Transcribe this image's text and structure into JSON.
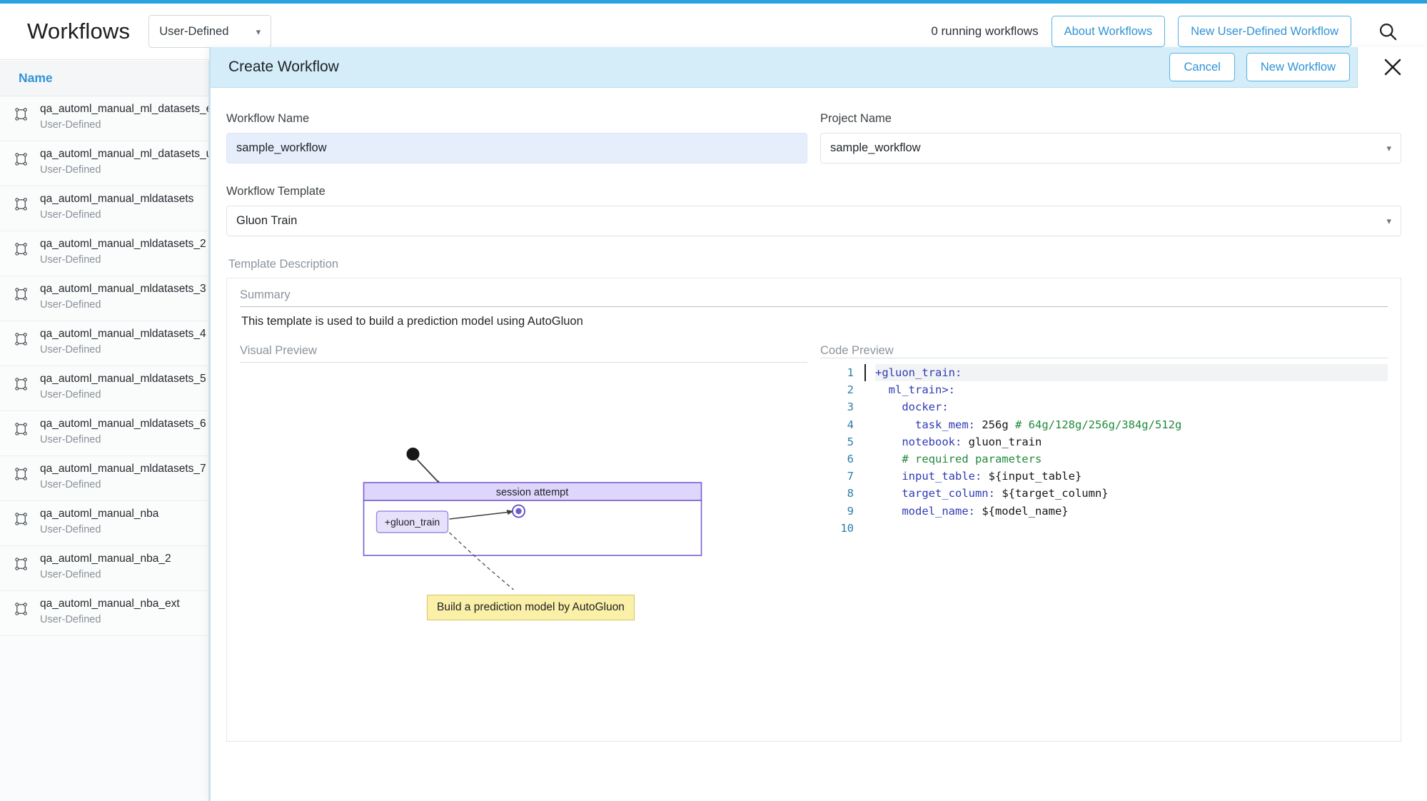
{
  "header": {
    "title": "Workflows",
    "scope_select": {
      "value": "User-Defined",
      "chevron": "chevron-down-icon"
    },
    "running_text": "0 running workflows",
    "about_button": "About Workflows",
    "new_userdefined_button": "New User-Defined Workflow",
    "search_icon": "search-icon"
  },
  "sidebar": {
    "column_header": "Name",
    "items": [
      {
        "name": "qa_automl_manual_ml_datasets_e",
        "type": "User-Defined"
      },
      {
        "name": "qa_automl_manual_ml_datasets_u",
        "type": "User-Defined"
      },
      {
        "name": "qa_automl_manual_mldatasets",
        "type": "User-Defined"
      },
      {
        "name": "qa_automl_manual_mldatasets_2",
        "type": "User-Defined"
      },
      {
        "name": "qa_automl_manual_mldatasets_3",
        "type": "User-Defined"
      },
      {
        "name": "qa_automl_manual_mldatasets_4",
        "type": "User-Defined"
      },
      {
        "name": "qa_automl_manual_mldatasets_5",
        "type": "User-Defined"
      },
      {
        "name": "qa_automl_manual_mldatasets_6",
        "type": "User-Defined"
      },
      {
        "name": "qa_automl_manual_mldatasets_7",
        "type": "User-Defined"
      },
      {
        "name": "qa_automl_manual_nba",
        "type": "User-Defined"
      },
      {
        "name": "qa_automl_manual_nba_2",
        "type": "User-Defined"
      },
      {
        "name": "qa_automl_manual_nba_ext",
        "type": "User-Defined"
      }
    ]
  },
  "panel": {
    "title": "Create Workflow",
    "cancel_button": "Cancel",
    "new_workflow_button": "New Workflow",
    "close_icon": "close-icon",
    "workflow_name_label": "Workflow Name",
    "workflow_name_value": "sample_workflow",
    "project_name_label": "Project Name",
    "project_name_value": "sample_workflow",
    "workflow_template_label": "Workflow Template",
    "workflow_template_value": "Gluon Train",
    "template_description_label": "Template Description",
    "summary_label": "Summary",
    "summary_text": "This template is used to build a prediction model using AutoGluon",
    "visual_preview_label": "Visual Preview",
    "code_preview_label": "Code Preview"
  },
  "diagram": {
    "container_label": "session attempt",
    "task_node_label": "+gluon_train",
    "tooltip_text": "Build a prediction model by AutoGluon",
    "start_node": "start-dot",
    "end_node": "end-circle"
  },
  "code_preview": {
    "lines": [
      {
        "n": "1",
        "text": "+gluon_train:"
      },
      {
        "n": "2",
        "text": "  ml_train>:"
      },
      {
        "n": "3",
        "text": "    docker:"
      },
      {
        "n": "4",
        "text": "      task_mem: 256g # 64g/128g/256g/384g/512g"
      },
      {
        "n": "5",
        "text": "    notebook: gluon_train"
      },
      {
        "n": "6",
        "text": "    # required parameters"
      },
      {
        "n": "7",
        "text": "    input_table: ${input_table}"
      },
      {
        "n": "8",
        "text": "    target_column: ${target_column}"
      },
      {
        "n": "9",
        "text": "    model_name: ${model_name}"
      },
      {
        "n": "10",
        "text": ""
      }
    ]
  },
  "colors": {
    "accent": "#29a3e0",
    "panel_header": "#d4edf8",
    "link_blue": "#2f93d4",
    "field_filled": "#e6edfb",
    "diagram_purple": "#7b5fd4",
    "diagram_fill": "#e5e0fb",
    "tooltip_yellow": "#fbf0a8"
  }
}
